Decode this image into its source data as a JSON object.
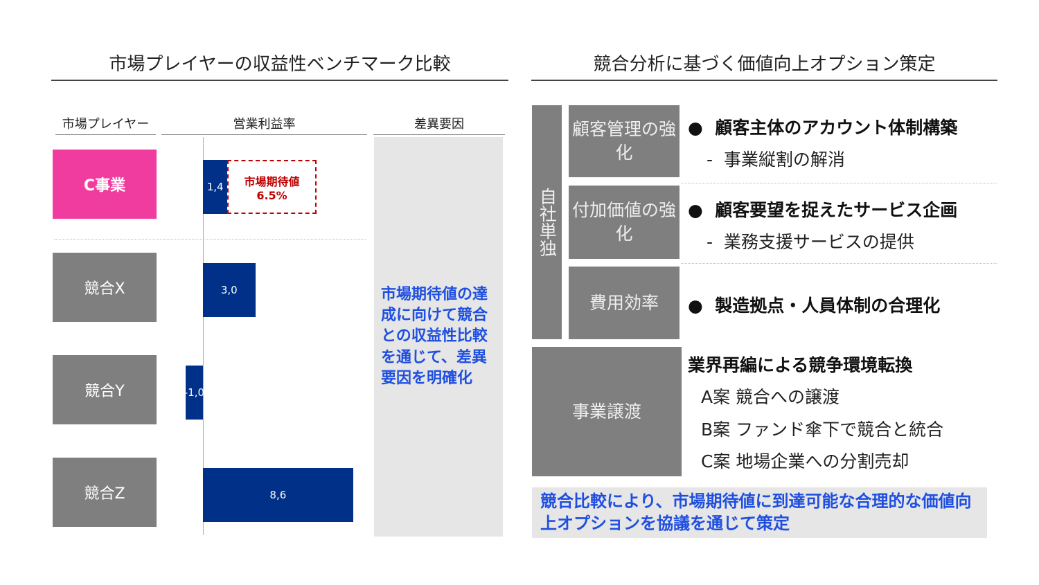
{
  "left": {
    "title": "市場プレイヤーの収益性ベンチマーク比較",
    "col_players": "市場プレイヤー",
    "col_margin": "営業利益率",
    "col_factor": "差異要因",
    "players": [
      {
        "name": "C事業",
        "value": 1.4,
        "label": "1,4",
        "color": "#f03c9e"
      },
      {
        "name": "競合X",
        "value": 3.0,
        "label": "3,0",
        "color": "#7f7f7f"
      },
      {
        "name": "競合Y",
        "value": -1.0,
        "label": "-1,0",
        "color": "#7f7f7f"
      },
      {
        "name": "競合Z",
        "value": 8.6,
        "label": "8,6",
        "color": "#7f7f7f"
      }
    ],
    "target": {
      "label": "市場期待値",
      "value_label": "6.5%",
      "value": 6.5
    },
    "factor_text": "市場期待値の達成に向けて競合との収益性比較を通じて、差異要因を明確化"
  },
  "right": {
    "title": "競合分析に基づく価値向上オプション策定",
    "standalone_label": "自社単独",
    "rows": [
      {
        "label": "顧客管理の強化",
        "bullet": "顧客主体のアカウント体制構築",
        "sub": "事業縦割の解消"
      },
      {
        "label": "付加価値の強化",
        "bullet": "顧客要望を捉えたサービス企画",
        "sub": "業務支援サービスの提供"
      },
      {
        "label": "費用効率",
        "bullet": "製造拠点・人員体制の合理化"
      }
    ],
    "transfer": {
      "label": "事業譲渡",
      "heading": "業界再編による競争環境転換",
      "options": [
        "A案 競合への譲渡",
        "B案 ファンド傘下で競合と統合",
        "C案 地場企業への分割売却"
      ]
    },
    "conclusion": "競合比較により、市場期待値に到達可能な合理的な価値向上オプションを協議を通じて策定"
  },
  "colors": {
    "bar": "#003087",
    "accent_text": "#1f4fe0",
    "target": "#c00000"
  }
}
